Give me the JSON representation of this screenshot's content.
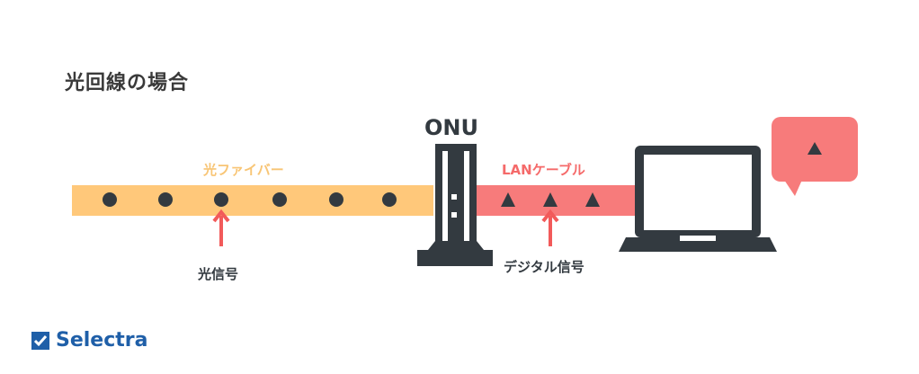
{
  "title": "光回線の場合",
  "fiber": {
    "label": "光ファイバー",
    "dot_count": 6
  },
  "onu": {
    "label": "ONU"
  },
  "lan": {
    "label": "LANケーブル",
    "triangle_count": 3
  },
  "signals": {
    "optical": "光信号",
    "digital": "デジタル信号"
  },
  "brand": {
    "name": "Selectra"
  },
  "colors": {
    "fiber": "#ffc87a",
    "lan": "#f77b7b",
    "dark": "#333a40",
    "arrow": "#f25a5a",
    "bubble": "#f77b7b",
    "brand": "#1f5fa8"
  }
}
